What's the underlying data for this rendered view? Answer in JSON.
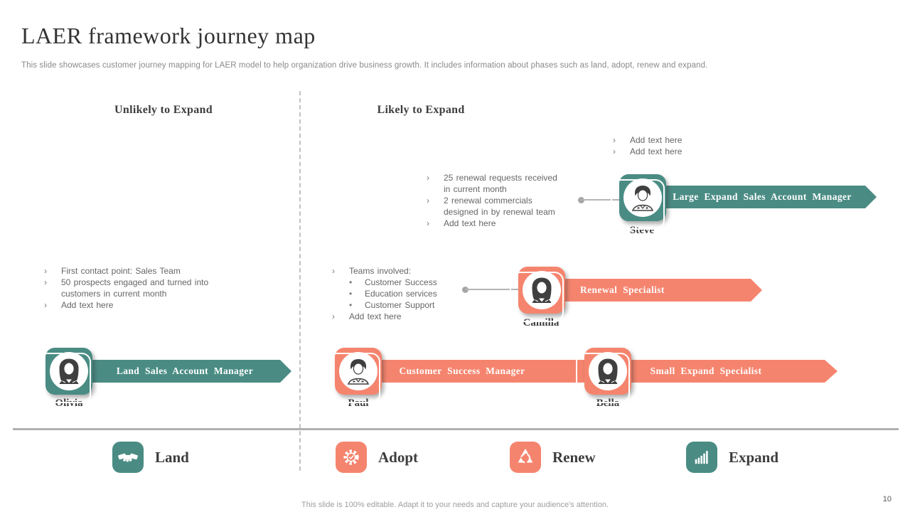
{
  "ui": {
    "bullet_char": "›",
    "sub_bullet_char": "•"
  },
  "slide": {
    "title": "LAER framework journey map",
    "subtitle": "This slide showcases customer journey mapping for LAER model to help organization drive business growth. It includes information about phases such as land, adopt, renew and expand.",
    "footer_note": "This slide is 100% editable. Adapt it to your needs and capture your audience's attention.",
    "page_number": "10"
  },
  "columns": {
    "left_header": "Unlikely to Expand",
    "right_header": "Likely to Expand"
  },
  "colors": {
    "teal": "#4A8C84",
    "salmon": "#F5846E"
  },
  "people": {
    "olivia": {
      "name": "Olivia",
      "role": "Land Sales Account Manager",
      "bullets": [
        "First contact point: Sales Team",
        "50 prospects engaged and turned into customers in current month",
        "Add text here"
      ]
    },
    "paul": {
      "name": "Paul",
      "role": "Customer Success Manager"
    },
    "camilla": {
      "name": "Camilla",
      "role": "Renewal Specialist",
      "bullets_intro": "Teams involved:",
      "sub_bullets": [
        "Customer Success",
        "Education services",
        "Customer Support"
      ],
      "bullets_outro": "Add text here"
    },
    "bella": {
      "name": "Bella",
      "role": "Small Expand Specialist"
    },
    "steve": {
      "name": "Steve",
      "role": "Large Expand Sales Account Manager",
      "top_bullets": [
        "Add text here",
        "Add text here"
      ],
      "bullets": [
        "25 renewal requests received in current month",
        "2 renewal commercials designed in by renewal team",
        "Add text here"
      ]
    }
  },
  "legend": {
    "items": [
      {
        "label": "Land",
        "icon": "handshake-icon",
        "color": "#4A8C84"
      },
      {
        "label": "Adopt",
        "icon": "gear-check-icon",
        "color": "#F5846E"
      },
      {
        "label": "Renew",
        "icon": "recycle-icon",
        "color": "#F5846E"
      },
      {
        "label": "Expand",
        "icon": "bar-chart-icon",
        "color": "#4A8C84"
      }
    ]
  }
}
